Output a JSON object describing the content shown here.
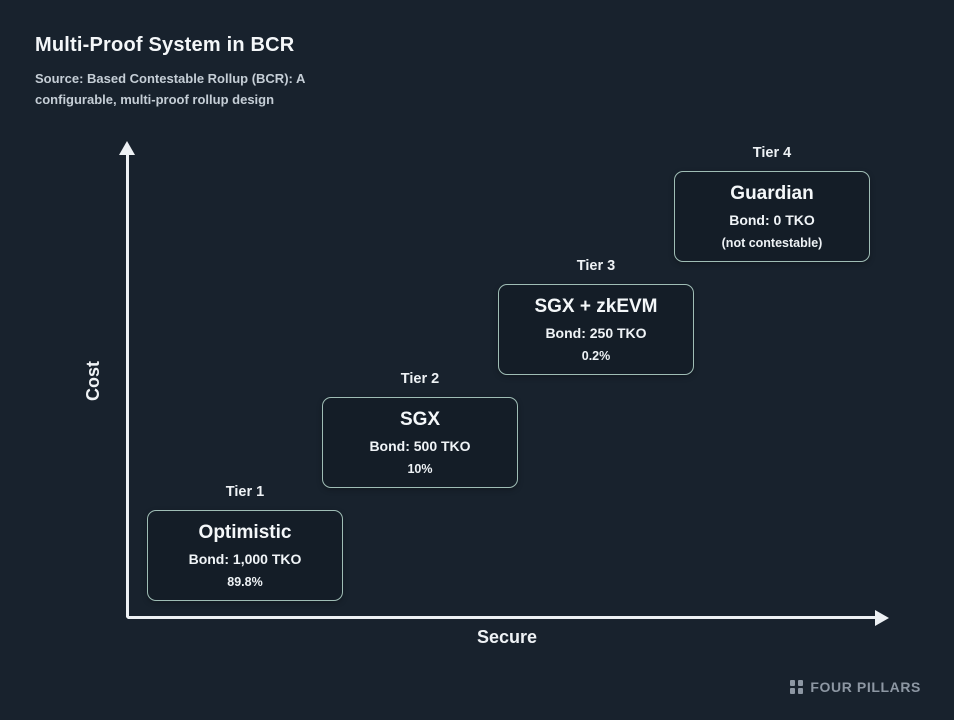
{
  "header": {
    "title": "Multi-Proof System in BCR",
    "source_line1": "Source: Based Contestable Rollup (BCR): A",
    "source_line2": "configurable, multi-proof rollup design"
  },
  "axes": {
    "y_label": "Cost",
    "x_label": "Secure"
  },
  "tiers": [
    {
      "tier": "Tier 1",
      "name": "Optimistic",
      "bond": "Bond: 1,000 TKO",
      "note": "89.8%"
    },
    {
      "tier": "Tier 2",
      "name": "SGX",
      "bond": "Bond: 500 TKO",
      "note": "10%"
    },
    {
      "tier": "Tier 3",
      "name": "SGX + zkEVM",
      "bond": "Bond: 250 TKO",
      "note": "0.2%"
    },
    {
      "tier": "Tier 4",
      "name": "Guardian",
      "bond": "Bond: 0 TKO",
      "note": "(not contestable)"
    }
  ],
  "footer": {
    "brand": "FOUR PILLARS"
  },
  "colors": {
    "background": "#18222d",
    "box_fill": "#141d27",
    "box_border": "#9fbdb5",
    "axis": "#edf1f4",
    "text": "#f2f6f8",
    "subtitle": "#c5ced6",
    "brand": "#8d97a3"
  }
}
